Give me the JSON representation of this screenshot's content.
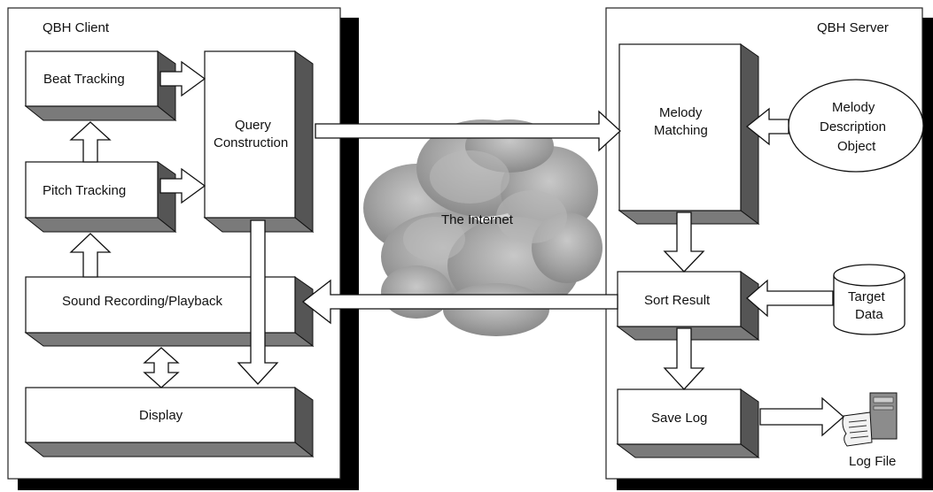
{
  "client": {
    "title": "QBH Client",
    "beat_tracking": "Beat Tracking",
    "pitch_tracking": "Pitch Tracking",
    "query_line1": "Query",
    "query_line2": "Construction",
    "sound_recording": "Sound Recording/Playback",
    "display": "Display"
  },
  "internet": {
    "label": "The Internet"
  },
  "server": {
    "title": "QBH Server",
    "melody_line1": "Melody",
    "melody_line2": "Matching",
    "mdo_line1": "Melody",
    "mdo_line2": "Description",
    "mdo_line3": "Object",
    "sort_result": "Sort Result",
    "target_line1": "Target",
    "target_line2": "Data",
    "save_log": "Save Log",
    "log_file": "Log File"
  },
  "colors": {
    "shadow": "#000000",
    "box_side": "#555555",
    "cloud": "#9a9a9a"
  }
}
